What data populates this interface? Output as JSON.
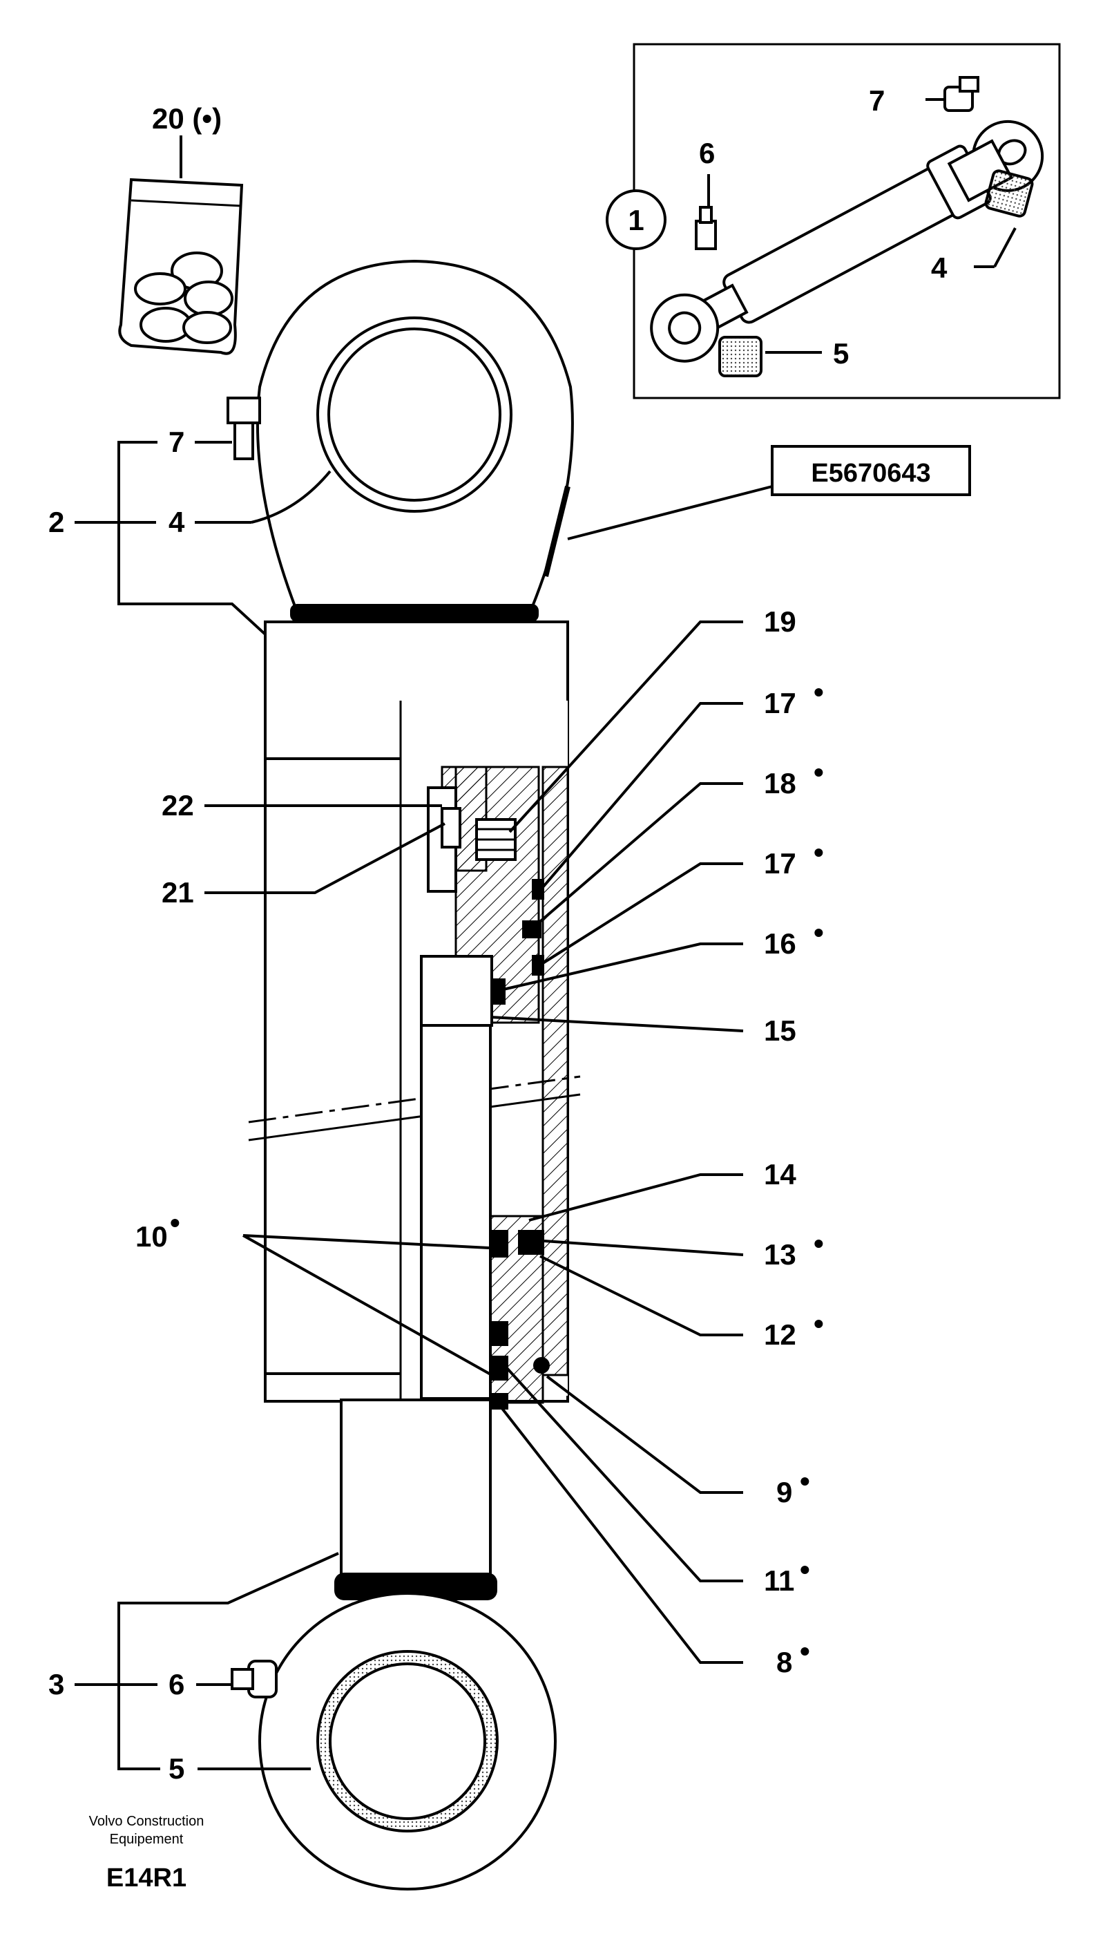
{
  "callouts": {
    "c1": "1",
    "c2": "2",
    "c3": "3",
    "c4a": "4",
    "c4b": "4",
    "c5a": "5",
    "c5b": "5",
    "c6a": "6",
    "c6b": "6",
    "c7a": "7",
    "c7b": "7",
    "c8": "8",
    "c9": "9",
    "c10": "10",
    "c11": "11",
    "c12": "12",
    "c13": "13",
    "c14": "14",
    "c15": "15",
    "c16": "16",
    "c17a": "17",
    "c17b": "17",
    "c18": "18",
    "c19": "19",
    "c20": "20 (•)",
    "c21": "21",
    "c22": "22"
  },
  "part_code": "E5670643",
  "manufacturer_line1": "Volvo Construction",
  "manufacturer_line2": "Equipement",
  "diagram_code": "E14R1",
  "bullet": "•"
}
